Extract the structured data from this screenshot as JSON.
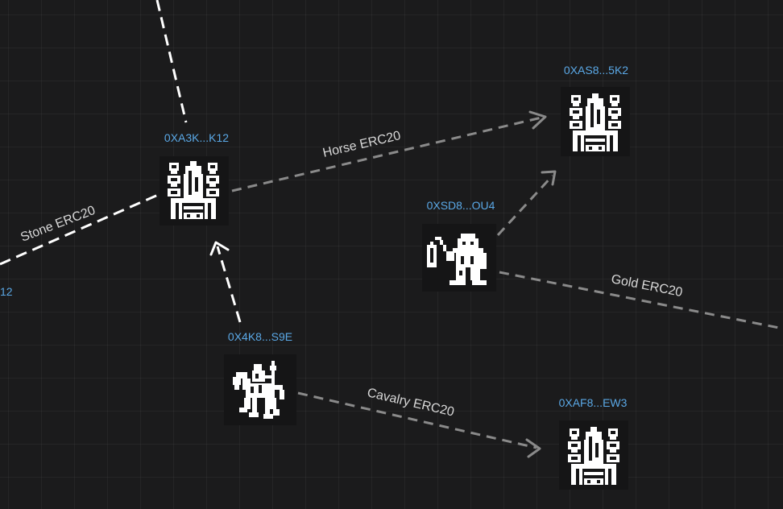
{
  "colors": {
    "background": "#1b1b1c",
    "address": "#5aa8e6",
    "label": "#d8d8d8",
    "edge_white": "#ffffff",
    "edge_gray": "#8a8a8a"
  },
  "nodes": [
    {
      "id": "a3k",
      "address": "0XA3K...K12",
      "icon": "castle-icon"
    },
    {
      "id": "as8",
      "address": "0XAS8...5K2",
      "icon": "castle-icon"
    },
    {
      "id": "sd8",
      "address": "0XSD8...OU4",
      "icon": "worker-icon"
    },
    {
      "id": "4k8",
      "address": "0X4K8...S9E",
      "icon": "cavalry-icon"
    },
    {
      "id": "af8",
      "address": "0XAF8...EW3",
      "icon": "castle-icon"
    },
    {
      "id": "offscreen",
      "address": "12",
      "icon": ""
    }
  ],
  "edges": [
    {
      "from": "top-offscreen",
      "to": "a3k",
      "label": "",
      "color": "#ffffff"
    },
    {
      "from": "offscreen",
      "to": "a3k",
      "label": "Stone ERC20",
      "color": "#ffffff"
    },
    {
      "from": "a3k",
      "to": "as8",
      "label": "Horse ERC20",
      "color": "#8a8a8a"
    },
    {
      "from": "4k8",
      "to": "a3k",
      "label": "",
      "color": "#ffffff"
    },
    {
      "from": "sd8",
      "to": "as8",
      "label": "",
      "color": "#8a8a8a"
    },
    {
      "from": "sd8",
      "to": "right-offscreen",
      "label": "Gold ERC20",
      "color": "#8a8a8a"
    },
    {
      "from": "4k8",
      "to": "af8",
      "label": "Cavalry ERC20",
      "color": "#8a8a8a"
    }
  ]
}
